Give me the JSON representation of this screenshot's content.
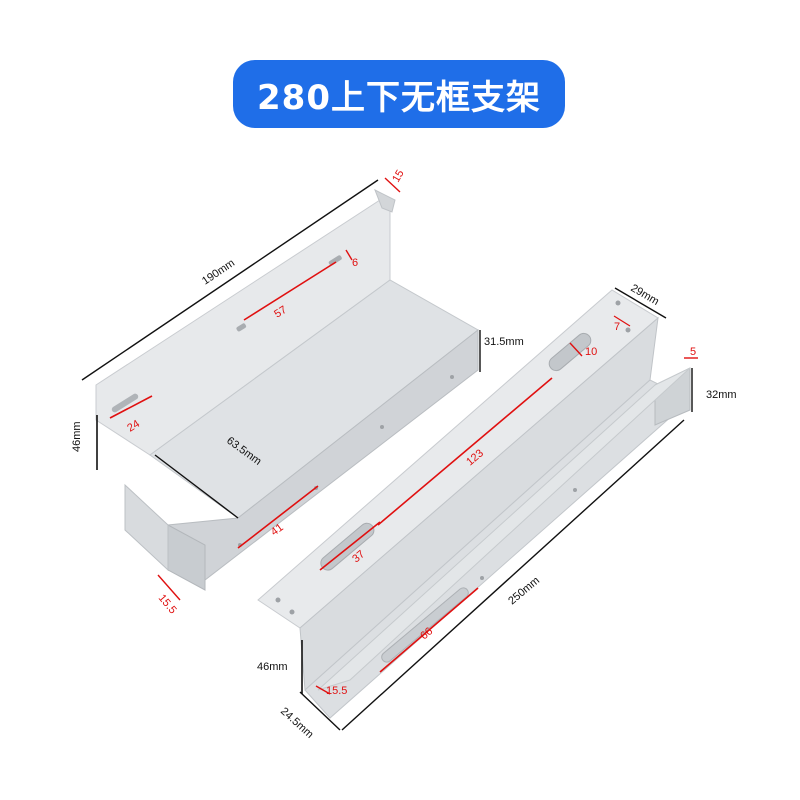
{
  "title": "280上下无框支架",
  "colors": {
    "title_bg": "#1f6ee8",
    "metal_light": "#e6e8ea",
    "metal_mid": "#cfd2d5",
    "metal_dark": "#b4b8bc",
    "dim_black": "#111111",
    "dim_red": "#e01010"
  },
  "left_bracket": {
    "length": "190mm",
    "height": "46mm",
    "depth": "63.5mm",
    "web": "31.5mm",
    "flange": "15",
    "slot_top": "57",
    "slot_top_w": "6",
    "slot_left": "24",
    "slot_bottom": "41",
    "foot": "15.5"
  },
  "right_bracket": {
    "width": "29mm",
    "hole": "7",
    "slot_round": "10",
    "slot_long": "123",
    "slot_short": "37",
    "lip": "5",
    "lip_h": "32mm",
    "length": "250mm",
    "slot_base": "66",
    "height": "46mm",
    "foot": "15.5",
    "base_w": "24.5mm"
  }
}
